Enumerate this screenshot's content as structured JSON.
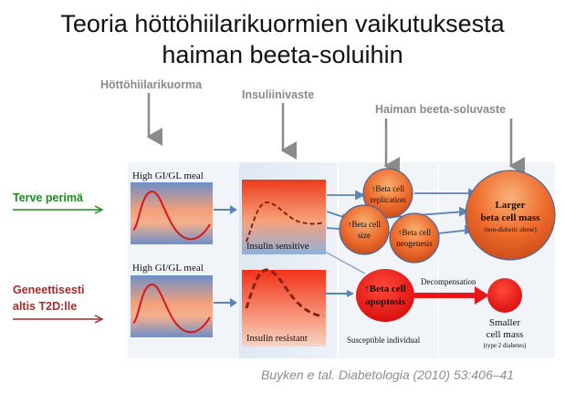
{
  "title": {
    "line1": "Teoria höttöhiilarikuormien vaikutuksesta",
    "line2": "haiman beeta-soluihin"
  },
  "headers": {
    "carb_load": "Höttöhiilarikuorma",
    "insulin_response": "Insuliinivaste",
    "beta_cell_response": "Haiman beeta-soluvaste"
  },
  "rows": {
    "healthy": "Terve perimä",
    "genetic_line1": "Geneettisesti",
    "genetic_line2": "altis T2D:lle"
  },
  "figure": {
    "meal_top": "High GI/GL meal",
    "meal_bottom": "High GI/GL meal",
    "insulin_sensitive": "Insulin sensitive",
    "insulin_resistant": "Insulin resistant",
    "replication_line1": "↑Beta cell",
    "replication_line2": "replication",
    "size_line1": "↑Beta cell",
    "size_line2": "size",
    "neogenesis_line1": "↑Beta cell",
    "neogenesis_line2": "neogenesis",
    "larger_line1": "Larger",
    "larger_line2": "beta cell mass",
    "larger_line3": "(non-diabetic obese)",
    "apoptosis_line1": "↑Beta cell",
    "apoptosis_line2": "apoptosis",
    "decompensation": "Decompensation",
    "susceptible": "Susceptible individual",
    "smaller_line1": "Smaller",
    "smaller_line2": "cell mass",
    "smaller_line3": "(type 2 diabetes)"
  },
  "citation": "Buyken e tal. Diabetologia (2010) 53:406–41",
  "colors": {
    "header_gray": "#8a8a8a",
    "healthy_green": "#1e8a1e",
    "genetic_red": "#a32c2c",
    "arrow_blue": "#5b84b6",
    "orange": "#e8632b"
  }
}
